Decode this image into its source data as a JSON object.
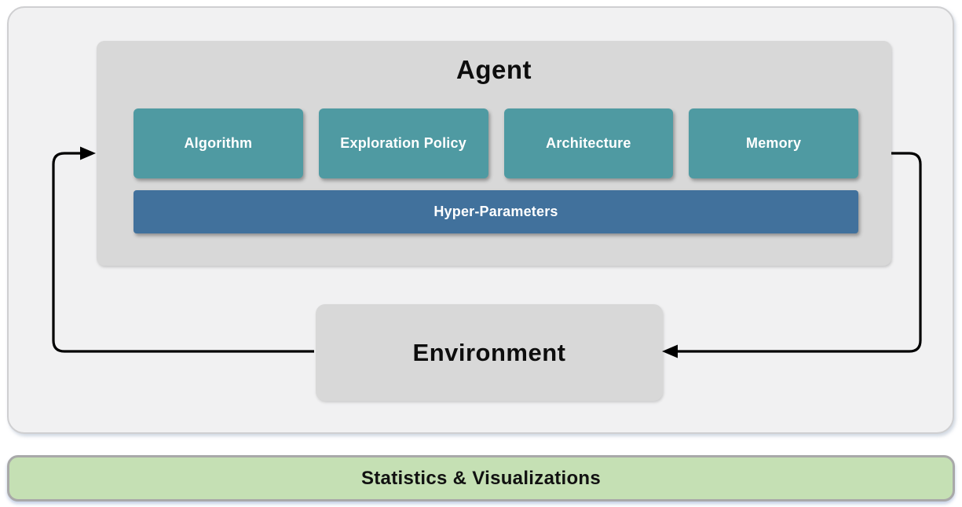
{
  "diagram": {
    "agent": {
      "title": "Agent",
      "modules": [
        {
          "label": "Algorithm"
        },
        {
          "label": "Exploration Policy"
        },
        {
          "label": "Architecture"
        },
        {
          "label": "Memory"
        }
      ],
      "hyper_parameters_label": "Hyper-Parameters"
    },
    "environment": {
      "title": "Environment"
    },
    "footer": {
      "label": "Statistics & Visualizations"
    },
    "colors": {
      "module_fill": "#4f9aa2",
      "hyper_parameters_fill": "#41719c",
      "panel_gray": "#d8d8d8",
      "outer_panel_fill": "#f1f1f2",
      "footer_green": "#c5e0b4",
      "footer_border": "#a9a9a9",
      "arrow": "#000000",
      "title_text": "#0d0d0d",
      "module_text": "#ffffff"
    }
  }
}
